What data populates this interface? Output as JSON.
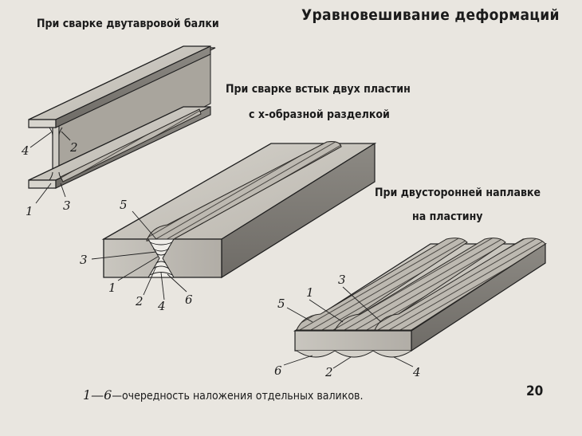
{
  "title": "Уравновешивание деформаций",
  "captions": {
    "i_beam": "При сварке двутавровой балки",
    "butt_line1": "При сварке встык двух пластин",
    "butt_line2": "с х-образной разделкой",
    "surfacing_line1": "При двусторонней наплавке",
    "surfacing_line2": "на пластину"
  },
  "legend": {
    "range": "1—6",
    "text": "—очередность наложения отдельных валиков."
  },
  "page_number": "20",
  "labels": {
    "beam": [
      "4",
      "2",
      "1",
      "3"
    ],
    "butt": [
      "5",
      "3",
      "1",
      "2",
      "4",
      "6"
    ],
    "plate": [
      "1",
      "3",
      "5",
      "6",
      "2",
      "4"
    ]
  }
}
